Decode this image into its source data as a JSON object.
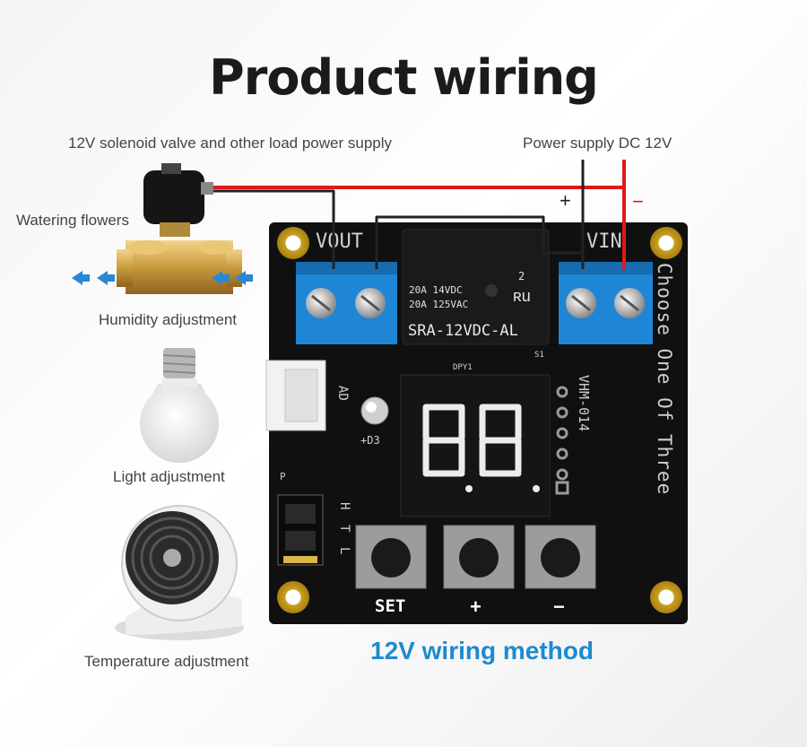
{
  "title": "Product wiring",
  "labels": {
    "load_supply": "12V solenoid valve and other load power supply",
    "power_supply": "Power supply DC 12V",
    "watering": "Watering flowers",
    "humidity": "Humidity adjustment",
    "light": "Light adjustment",
    "temperature": "Temperature adjustment",
    "plus_sign": "+",
    "minus_sign": "−"
  },
  "board": {
    "vout": "VOUT",
    "vin": "VIN",
    "relay_line1": "20A 14VDC",
    "relay_line2": "20A 125VAC",
    "relay_model": "SRA-12VDC-AL",
    "relay_mark": "2",
    "ur_mark": "ʀu",
    "dpy": "DPY1",
    "s1": "S1",
    "ad": "AD",
    "d3": "+D3",
    "model": "VHM-014",
    "choose": "Choose One Of Three",
    "pin_p": "P",
    "pin_h": "H",
    "pin_t": "T",
    "pin_l": "L",
    "display": "88",
    "buttons": [
      "SET",
      "+",
      "−"
    ]
  },
  "caption": "12V wiring method",
  "colors": {
    "board": "#101010",
    "terminal": "#1f86d6",
    "wire_red": "#e01818",
    "wire_black": "#222222",
    "accent": "#1d8ad1",
    "segment": "#ececec"
  }
}
